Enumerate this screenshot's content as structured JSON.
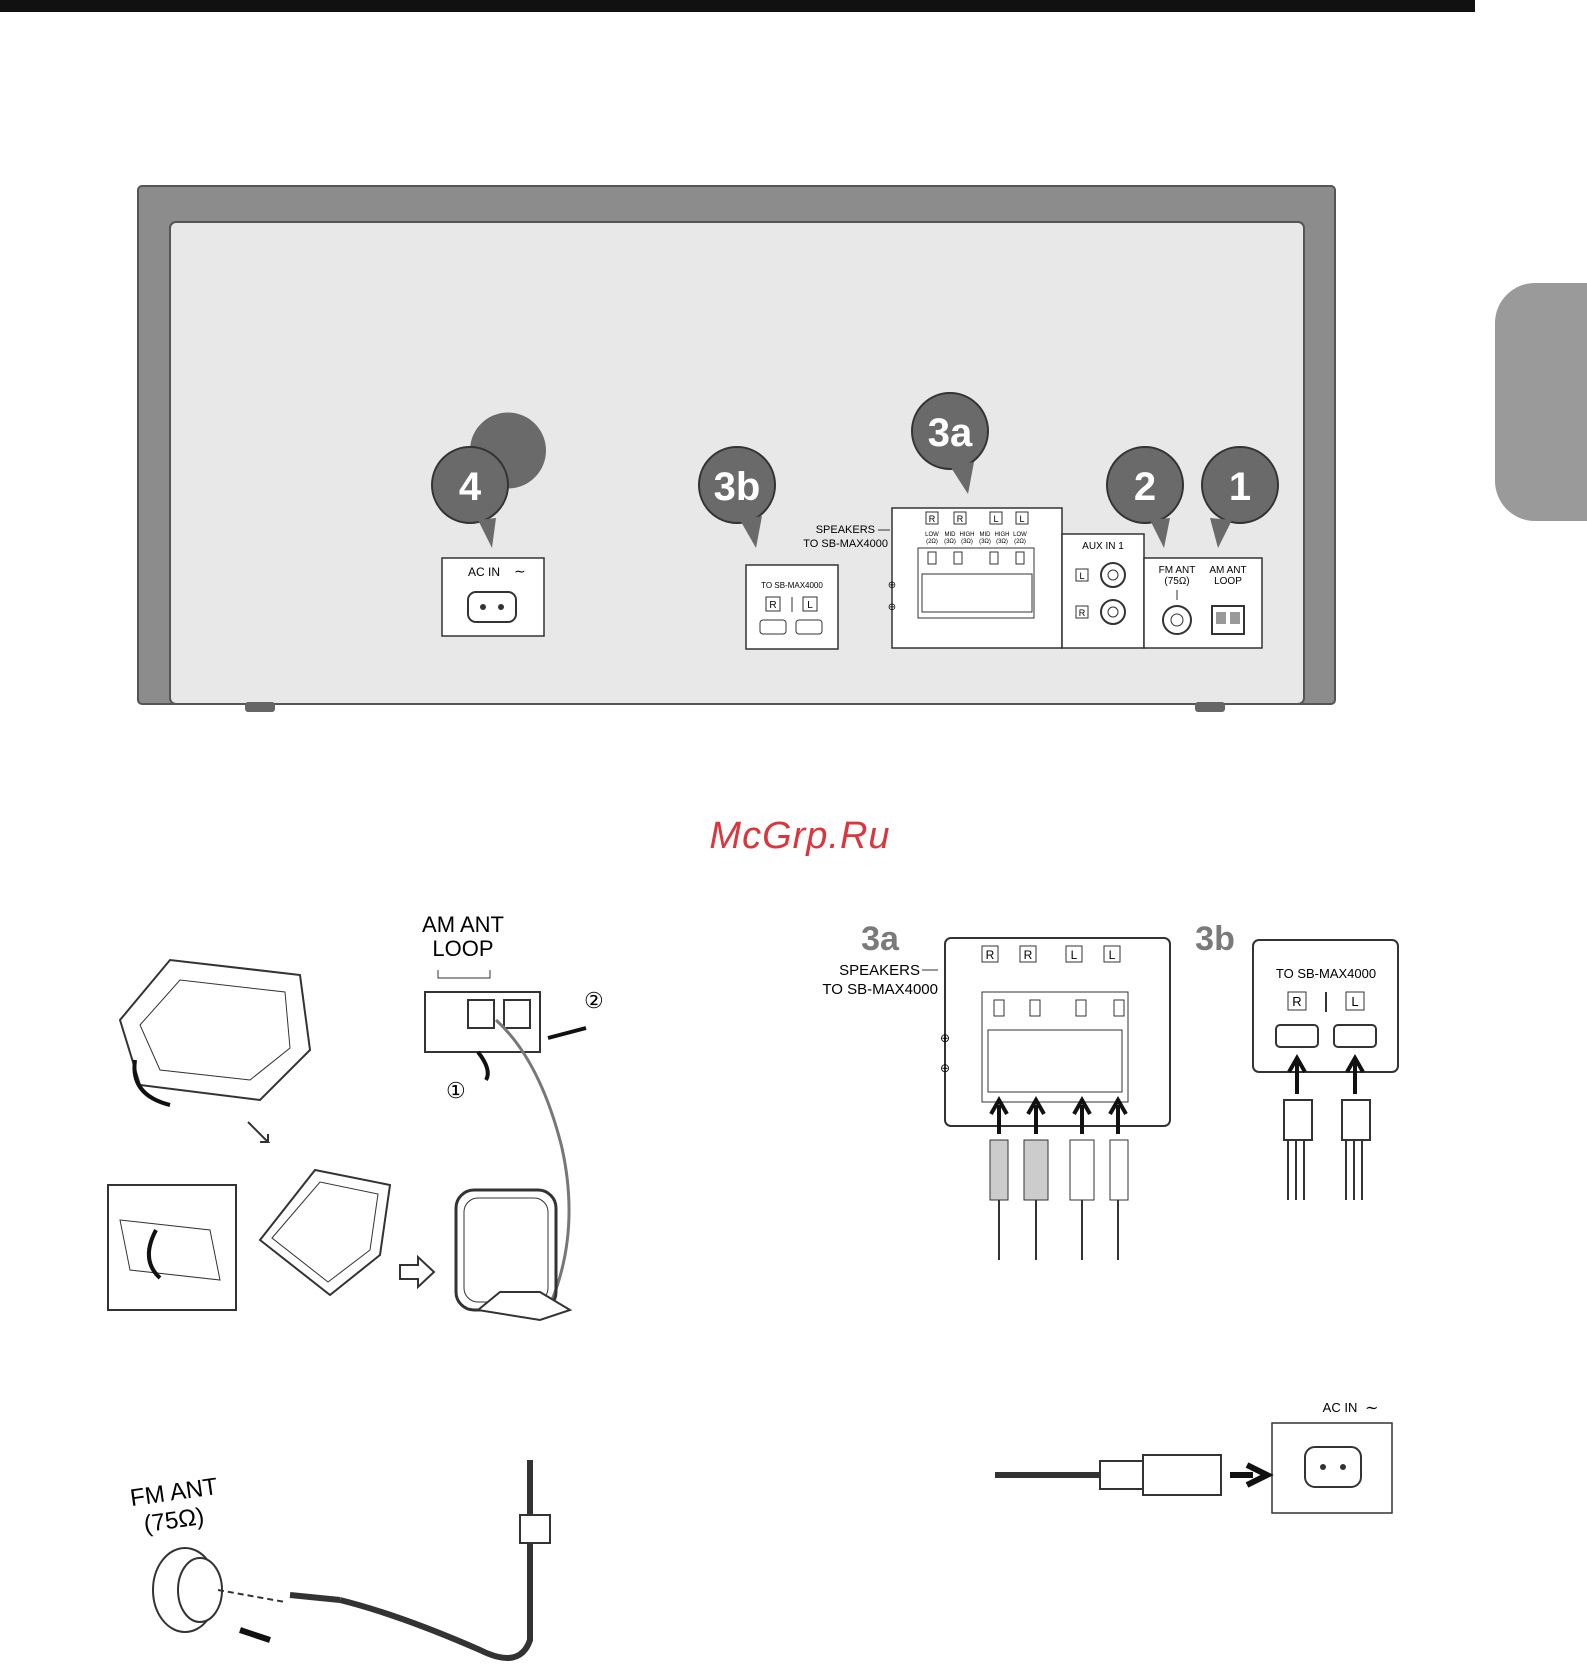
{
  "watermark": "McGrp.Ru",
  "callouts": {
    "c1": "1",
    "c2": "2",
    "c3a": "3a",
    "c3b": "3b",
    "c4": "4"
  },
  "rear_panel": {
    "ac_in": "AC IN",
    "to_sb": "TO SB-MAX4000",
    "speakers_line1": "SPEAKERS",
    "speakers_line2": "TO SB-MAX4000",
    "aux_in": "AUX IN 1",
    "fm_ant_line1": "FM ANT",
    "fm_ant_line2": "(75Ω)",
    "am_ant_line1": "AM ANT",
    "am_ant_line2": "LOOP",
    "ch_R": "R",
    "ch_L": "L",
    "low_2": "LOW",
    "mid_3": "MID",
    "high_3": "HIGH",
    "ohm2": "(2Ω)",
    "ohm3": "(3Ω)",
    "plus": "⊕",
    "minus": "⊖"
  },
  "am_detail": {
    "line1": "AM ANT",
    "line2": "LOOP",
    "step1": "①",
    "step2": "②"
  },
  "speaker_detail": {
    "label_3a": "3a",
    "label_3b": "3b",
    "speakers_line1": "SPEAKERS",
    "speakers_line2": "TO SB-MAX4000",
    "to_sb": "TO SB-MAX4000"
  },
  "ac_detail": {
    "label": "AC IN"
  },
  "fm_detail": {
    "line1": "FM ANT",
    "line2": "(75Ω)"
  }
}
